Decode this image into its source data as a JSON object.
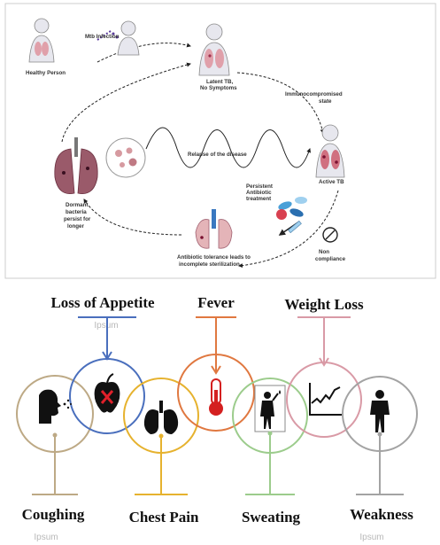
{
  "cycle": {
    "labels": {
      "healthy_person": "Healthy Person",
      "mtb_infection": "Mtb Infection",
      "latent_tb": "Latent TB,",
      "latent_tb_2": "No Symptoms",
      "immunocompromised": "Immunocompromised",
      "immunocompromised_2": "state",
      "relapse": "Relapse of the disease",
      "active_tb": "Active TB",
      "persistent_1": "Persistent",
      "persistent_2": "Antibiotic",
      "persistent_3": "treatment",
      "dormant_1": "Dormant",
      "dormant_2": "bacteria",
      "dormant_3": "persist for",
      "dormant_4": "longer",
      "noncompliance_1": "Non",
      "noncompliance_2": "compliance",
      "abx_tolerance_1": "Antibiotic tolerance leads to",
      "abx_tolerance_2": "incomplete sterilization"
    }
  },
  "symptoms": {
    "top": [
      {
        "title": "Loss of Appetite",
        "subtitle": "Ipsum",
        "color": "#4a6fbd",
        "icon": "apple-icon"
      },
      {
        "title": "Fever",
        "subtitle": "",
        "color": "#e07840",
        "icon": "thermometer-icon"
      },
      {
        "title": "Weight Loss",
        "subtitle": "",
        "color": "#d99aa6",
        "icon": "weight-chart-icon"
      }
    ],
    "bottom": [
      {
        "title": "Coughing",
        "subtitle": "Ipsum",
        "color": "#bda985",
        "icon": "coughing-icon"
      },
      {
        "title": "Chest Pain",
        "subtitle": "",
        "color": "#e6b22e",
        "icon": "lungs-icon"
      },
      {
        "title": "Sweating",
        "subtitle": "",
        "color": "#9ccc8c",
        "icon": "sweating-icon"
      },
      {
        "title": "Weakness",
        "subtitle": "Ipsum",
        "color": "#a3a3a3",
        "icon": "weakness-icon"
      }
    ]
  }
}
